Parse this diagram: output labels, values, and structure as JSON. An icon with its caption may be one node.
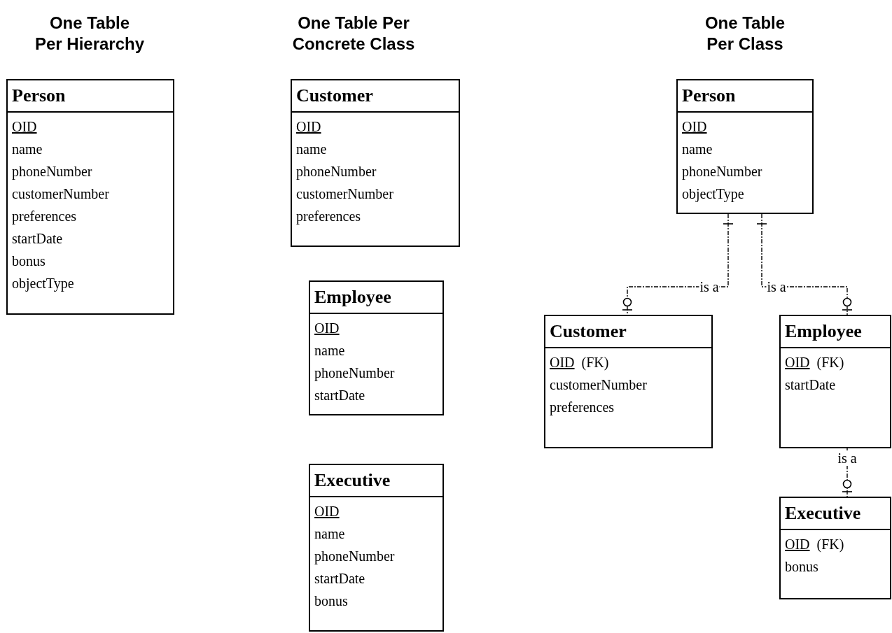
{
  "diagram": {
    "nodes": [
      {
        "text": [
          "Person",
          "OID",
          "name",
          "phoneNumber",
          "customerNumber",
          "preferences",
          "startDate",
          "bonus",
          "objectType"
        ]
      },
      {
        "text": [
          "Customer",
          "OID",
          "name",
          "phoneNumber",
          "customerNumber",
          "preferences"
        ]
      },
      {
        "text": [
          "Employee",
          "OID",
          "name",
          "phoneNumber",
          "startDate"
        ]
      },
      {
        "text": [
          "Executive",
          "OID",
          "name",
          "phoneNumber",
          "startDate",
          "bonus"
        ]
      },
      {
        "text": [
          "Person",
          "OID",
          "name",
          "phoneNumber",
          "objectType"
        ]
      },
      {
        "text": [
          "Customer",
          "OID (FK)",
          "customerNumber",
          "preferences"
        ]
      },
      {
        "text": [
          "Employee",
          "OID (FK)",
          "startDate"
        ]
      },
      {
        "text": [
          "Executive",
          "OID (FK)",
          "bonus"
        ]
      }
    ],
    "edges": [
      {
        "from": 4,
        "to": 5,
        "arrow": "other",
        "label": "is a",
        "style": "dashed"
      },
      {
        "from": 4,
        "to": 6,
        "arrow": "other",
        "label": "is a",
        "style": "dashed"
      },
      {
        "from": 6,
        "to": 7,
        "arrow": "other",
        "label": "is a",
        "style": "dashed"
      }
    ],
    "labels": [
      "One Table Per Hierarchy",
      "One Table Per Concrete Class",
      "One Table Per Class"
    ]
  }
}
